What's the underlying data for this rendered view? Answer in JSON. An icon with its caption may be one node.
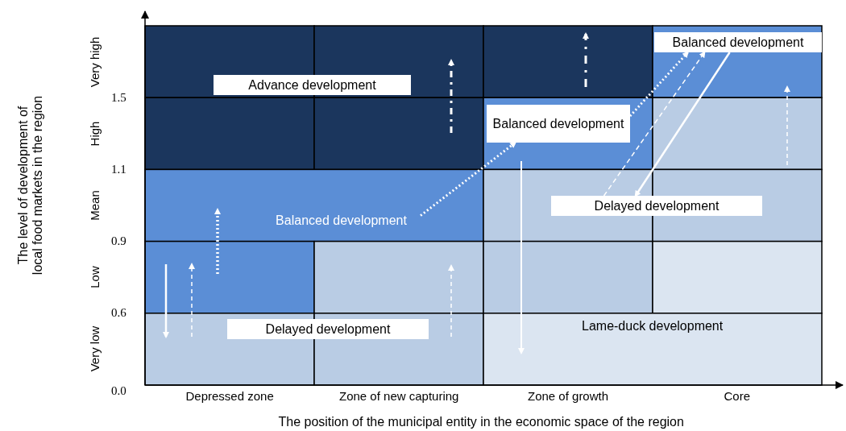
{
  "diagram": {
    "nodes": [
      {
        "text": [
          "Advance development"
        ]
      },
      {
        "text": [
          "Balanced development"
        ]
      },
      {
        "text": [
          "Balanced development"
        ]
      },
      {
        "text": [
          "Delayed development"
        ]
      },
      {
        "text": [
          "Balanced development"
        ]
      },
      {
        "text": [
          "Delayed development"
        ]
      }
    ],
    "edges": [
      {
        "from": 2,
        "to": 1,
        "arrow": "to",
        "style": "dashed",
        "color": "#ffffff"
      },
      {
        "from": 4,
        "to": 2,
        "arrow": "to",
        "style": "dashed",
        "color": "#ffffff"
      },
      {
        "from": 1,
        "to": 3,
        "arrow": "to",
        "color": "#ffffff"
      },
      {
        "from": 3,
        "to": 1,
        "arrow": "to",
        "style": "dashed",
        "color": "#ffffff"
      }
    ],
    "labels": [
      "Very high",
      "1.5",
      "High",
      "1.1",
      "Mean",
      "0.9",
      "Low",
      "0.6",
      "Very low",
      "0.0",
      "Lame-duck development",
      "Depressed zone",
      "Zone of new capturing",
      "Zone of growth",
      "Core",
      "The position of the municipal entity in the economic space of the region",
      "The level of development of local food markets in the region"
    ]
  }
}
